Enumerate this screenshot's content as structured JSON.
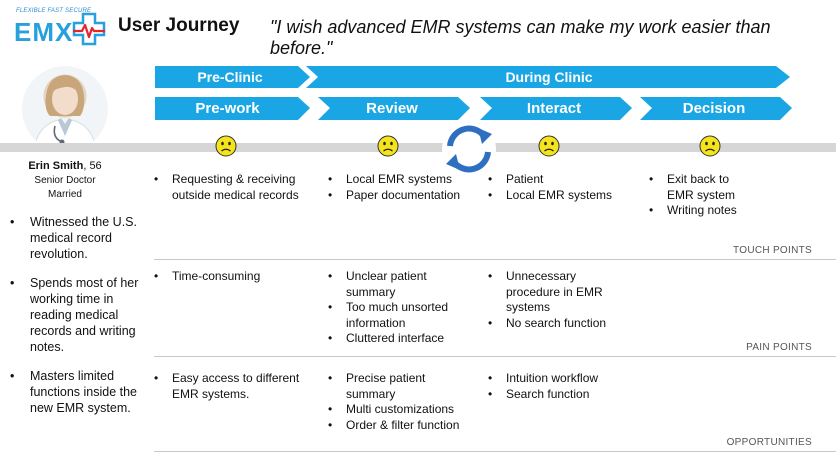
{
  "logo": {
    "tagline": "FLEXIBLE FAST SECURE",
    "word": "EMX",
    "icon": "medical-cross-heartbeat-icon"
  },
  "header": {
    "title": "User Journey",
    "quote": "\"I wish advanced EMR systems can make my work easier than before.\""
  },
  "persona": {
    "avatar_icon": "doctor-portrait",
    "name": "Erin Smith",
    "age": ", 56",
    "role": "Senior Doctor",
    "status": "Married",
    "traits": [
      "Witnessed the U.S. medical record revolution.",
      "Spends most of her working time in reading medical records and writing notes.",
      "Masters limited functions inside the new EMR system."
    ]
  },
  "phases": {
    "top": [
      "Pre-Clinic",
      "During Clinic"
    ],
    "stages": [
      "Pre-work",
      "Review",
      "Interact",
      "Decision"
    ]
  },
  "emotions": {
    "face_icon": "worried-face-icon",
    "cycle_icon": "cycle-arrows-icon"
  },
  "rows": {
    "touch_points": {
      "label": "TOUCH POINTS",
      "cols": [
        [
          "Requesting & receiving outside medical records"
        ],
        [
          "Local EMR systems",
          "Paper documentation"
        ],
        [
          "Patient",
          "Local EMR systems"
        ],
        [
          "Exit back to EMR system",
          "Writing notes"
        ]
      ]
    },
    "pain_points": {
      "label": "PAIN POINTS",
      "cols": [
        [
          "Time-consuming"
        ],
        [
          "Unclear patient summary",
          "Too much unsorted information",
          "Cluttered interface"
        ],
        [
          "Unnecessary procedure in EMR systems",
          "No search function"
        ],
        []
      ]
    },
    "opportunities": {
      "label": "OPPORTUNITIES",
      "cols": [
        [
          "Easy access to different EMR systems."
        ],
        [
          "Precise patient summary",
          "Multi customizations",
          "Order & filter function"
        ],
        [
          "Intuition workflow",
          "Search function"
        ],
        []
      ]
    }
  },
  "colors": {
    "phase_blue": "#1aa6e4",
    "face_yellow": "#f5e31c",
    "cycle_blue": "#2f6fc2",
    "timeline_gray": "#d6d6d6"
  }
}
